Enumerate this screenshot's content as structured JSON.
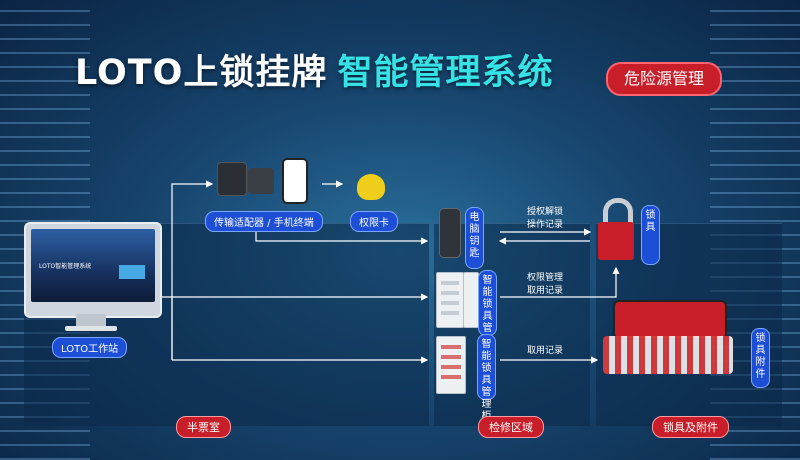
{
  "header": {
    "title_main": "LOTO上锁挂牌",
    "title_highlight": "智能管理系统",
    "badge": "危险源管理"
  },
  "nodes": {
    "workstation": "LOTO工作站",
    "workstation_screen_title": "LOTO智能管理系统",
    "adapter": "传输适配器 / 手机终端",
    "auth_card": "权限卡",
    "computer_key": "电脑钥匙",
    "lock": "锁具",
    "smart_cabinet_1": "智能锁具管理柜",
    "smart_cabinet_2": "智能锁具管理柜",
    "accessories": "锁具附件"
  },
  "edges": {
    "key_lock_1": "授权解锁",
    "key_lock_2": "操作记录",
    "cab1_1": "权限管理",
    "cab1_2": "取用记录",
    "cab2_1": "取用记录"
  },
  "zones": [
    "半票室",
    "检修区域",
    "锁具及附件"
  ],
  "colors": {
    "highlight": "#35e3e6",
    "red": "#c81e2a",
    "blue": "#1d4fd6"
  }
}
